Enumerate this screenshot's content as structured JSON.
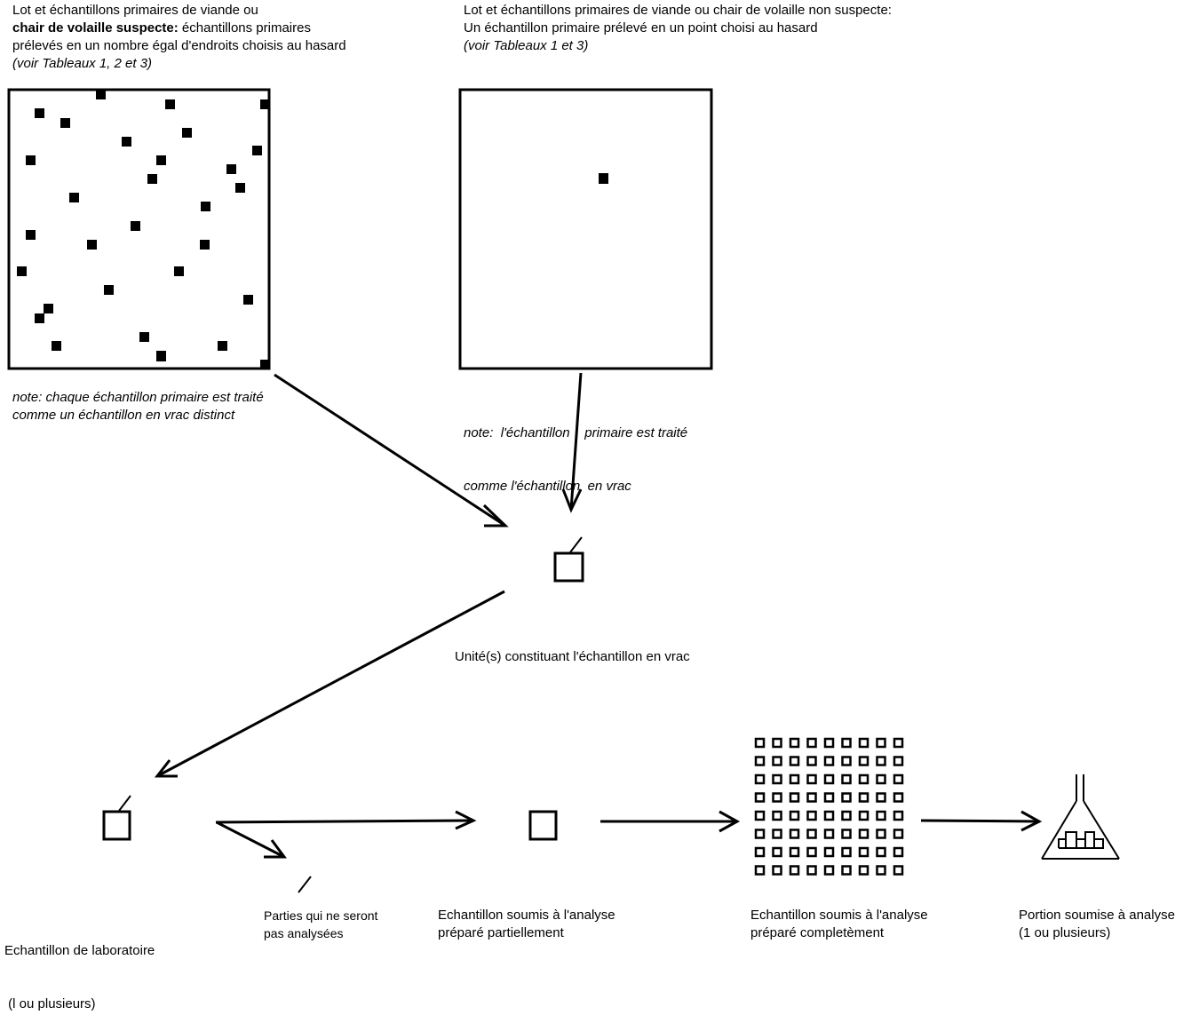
{
  "colors": {
    "ink": "#000000",
    "background": "#ffffff"
  },
  "suspect_lot": {
    "title_line1": "Lot et échantillons primaires de viande ou",
    "title_bold": "chair de volaille suspecte:",
    "title_line2_rest": " échantillons primaires",
    "title_line3": "prélevés en un nombre égal d'endroits choisis au hasard",
    "reference": "(voir Tableaux 1, 2 et 3)",
    "note_line1": "note: chaque échantillon primaire est traité",
    "note_line2": "comme un échantillon en vrac distinct",
    "primary_sample_count": 31
  },
  "non_suspect_lot": {
    "title_line1": "Lot et échantillons primaires de viande ou chair de volaille non suspecte:",
    "title_line2": "Un échantillon primaire prélevé en un point choisi au hasard",
    "reference": "(voir Tableaux 1 et 3)",
    "note_line1": "note:  l'échantillon    primaire est traité",
    "note_line2": "comme l'échantillon  en vrac",
    "primary_sample_count": 1
  },
  "bulk_sample": {
    "label": "Unité(s) constituant l'échantillon en vrac"
  },
  "steps": [
    {
      "id": "laboratory-sample",
      "line1": "Echantillon de laboratoire",
      "line2": " (l ou plusieurs)"
    },
    {
      "id": "discarded-parts",
      "line1": "Parties qui ne seront",
      "line2": "pas analysées"
    },
    {
      "id": "partially-prepared",
      "line1": "Echantillon soumis à l'analyse",
      "line2": "préparé partiellement"
    },
    {
      "id": "fully-prepared",
      "line1": "Echantillon soumis à l'analyse",
      "line2": "préparé completèment"
    },
    {
      "id": "analytical-portion",
      "line1": "Portion soumise à analyse",
      "line2": "(1 ou plusieurs)"
    }
  ],
  "fully_prepared_grid": {
    "rows": 8,
    "columns": 9
  }
}
